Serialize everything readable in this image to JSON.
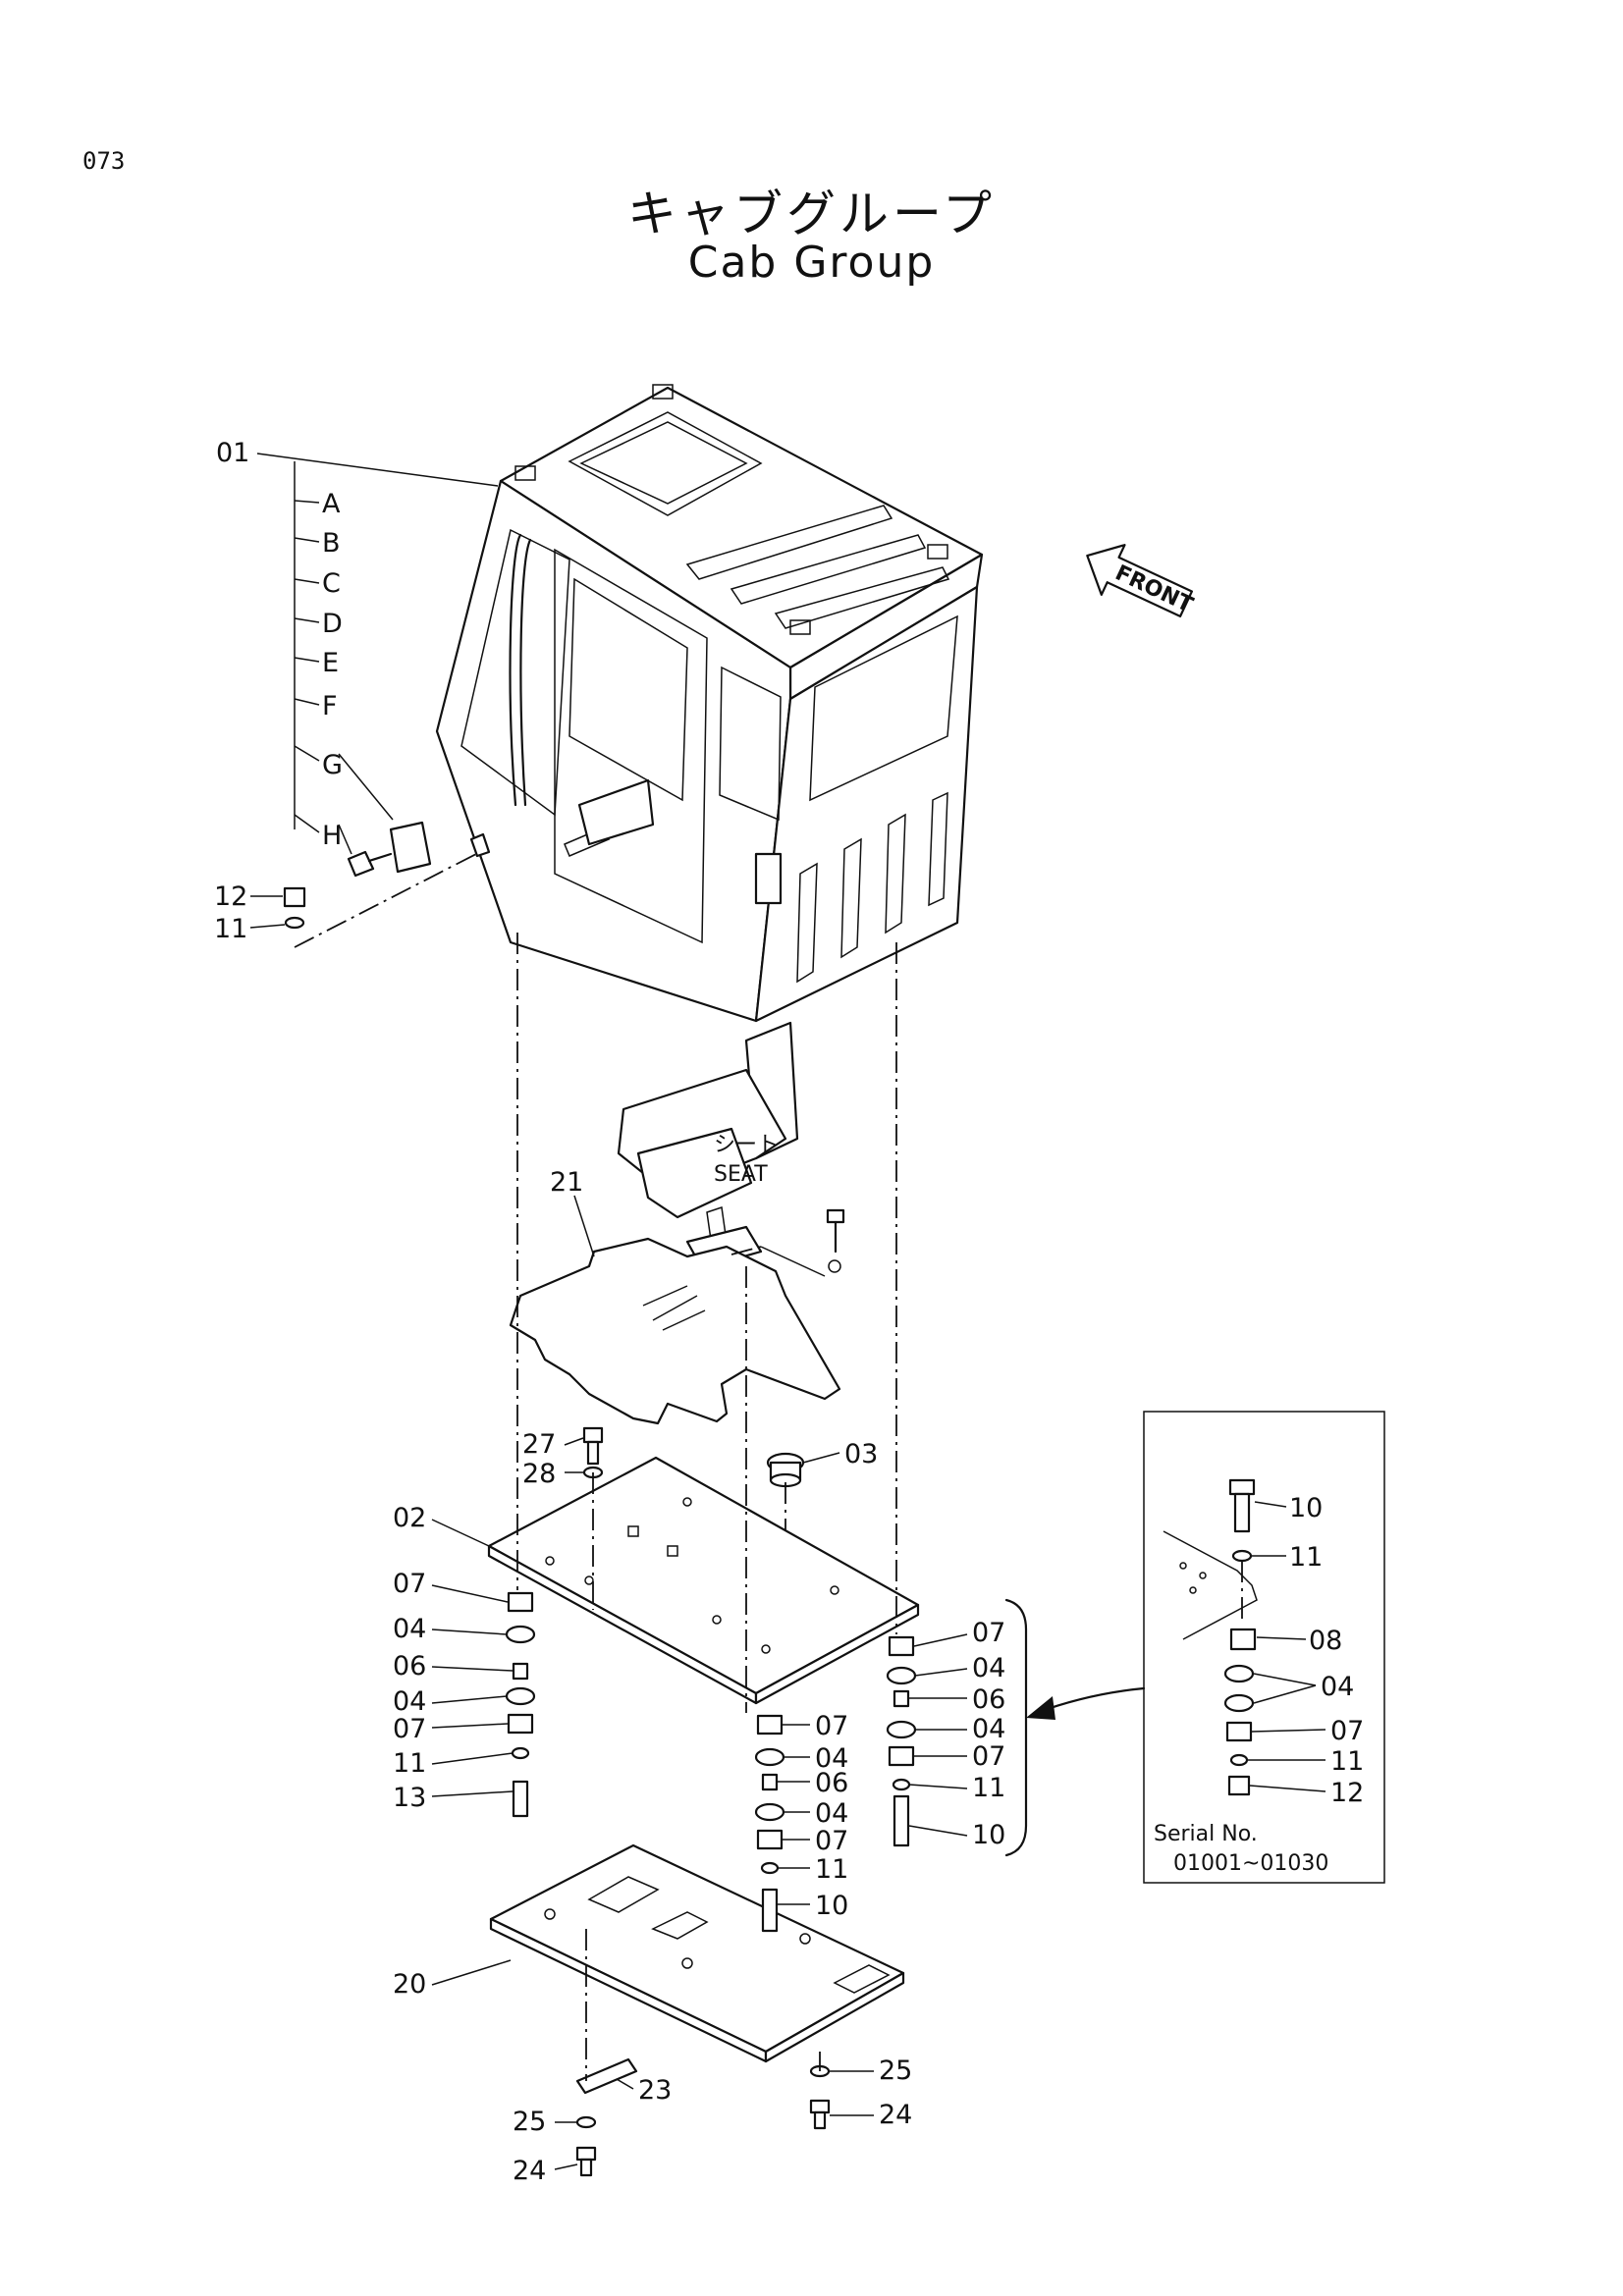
{
  "header": {
    "page_number": "073",
    "title_jp": "キャブグループ",
    "title_en": "Cab Group"
  },
  "annotations": {
    "front": "FRONT",
    "seat_jp": "シート",
    "seat_en": "SEAT"
  },
  "cab_sub_items": [
    "A",
    "B",
    "C",
    "D",
    "E",
    "F",
    "G",
    "H"
  ],
  "callouts": {
    "c01": "01",
    "c12a": "12",
    "c11a": "11",
    "c21": "21",
    "c27": "27",
    "c28": "28",
    "c03": "03",
    "c02": "02",
    "l07a": "07",
    "l04a": "04",
    "l06": "06",
    "l04b": "04",
    "l07b": "07",
    "l11": "11",
    "l13": "13",
    "m07a": "07",
    "m04a": "04",
    "m06": "06",
    "m04b": "04",
    "m07b": "07",
    "m11": "11",
    "m10": "10",
    "r07a": "07",
    "r04a": "04",
    "r06": "06",
    "r04b": "04",
    "r07b": "07",
    "r11": "11",
    "r10": "10",
    "c20": "20",
    "c23": "23",
    "c25a": "25",
    "c24a": "24",
    "c25b": "25",
    "c24b": "24"
  },
  "inset": {
    "labels": {
      "i10": "10",
      "i11a": "11",
      "i08": "08",
      "i04": "04",
      "i07": "07",
      "i11b": "11",
      "i12": "12"
    },
    "serial_label": "Serial No.",
    "serial_range": "01001~01030"
  }
}
